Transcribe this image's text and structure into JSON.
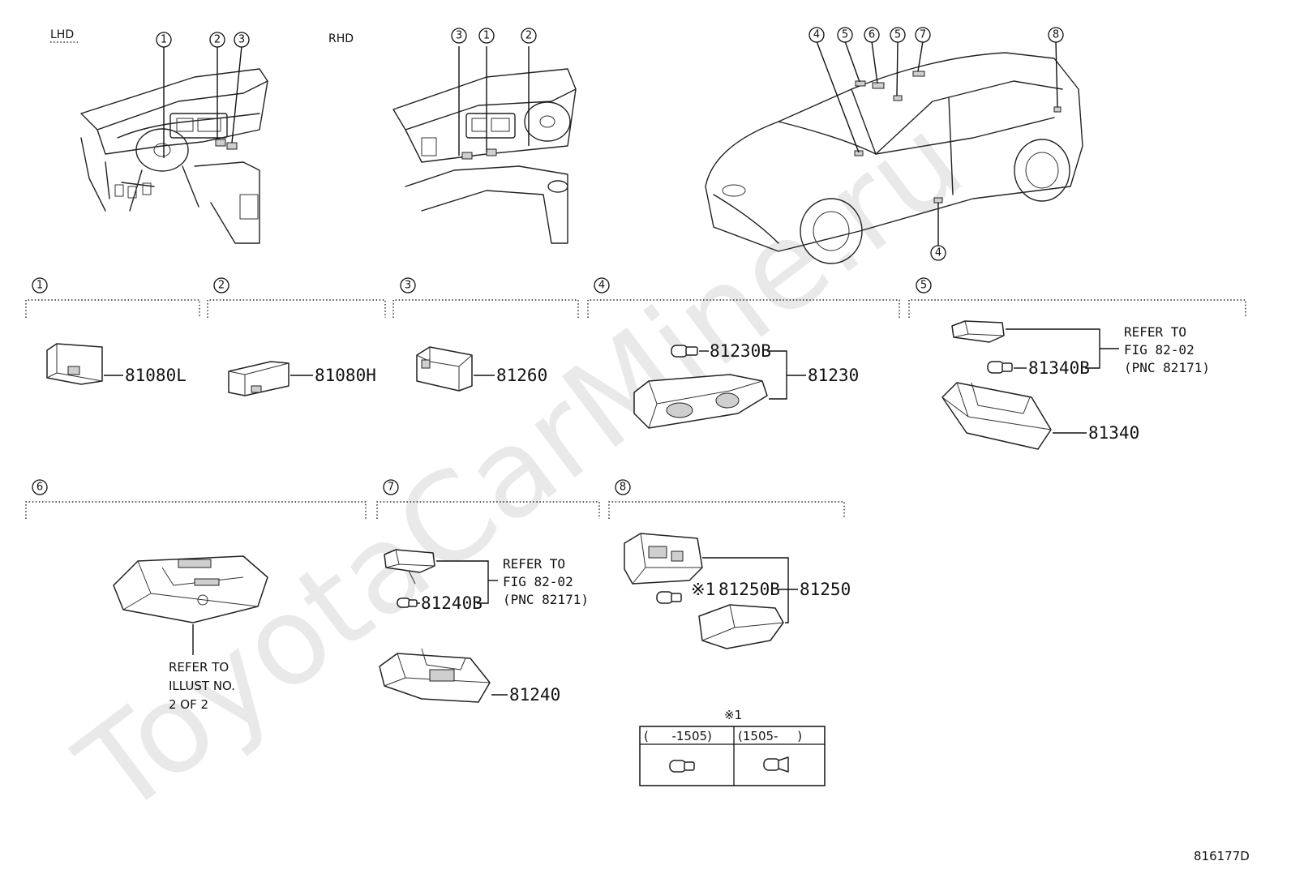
{
  "watermark": "ToyotaCarMine.ru",
  "views": {
    "lhd_label": "LHD",
    "rhd_label": "RHD"
  },
  "callouts": {
    "lhd": [
      "1",
      "2",
      "3"
    ],
    "rhd": [
      "3",
      "1",
      "2"
    ],
    "car_top": [
      "4",
      "5",
      "6",
      "5",
      "7",
      "8"
    ],
    "car_bottom": "4"
  },
  "sections": [
    {
      "num": "1",
      "parts": [
        "81080L"
      ]
    },
    {
      "num": "2",
      "parts": [
        "81080H"
      ]
    },
    {
      "num": "3",
      "parts": [
        "81260"
      ]
    },
    {
      "num": "4",
      "parts": [
        "81230B",
        "81230"
      ]
    },
    {
      "num": "5",
      "parts": [
        "81340B",
        "81340"
      ],
      "note": [
        "REFER TO",
        "FIG 82-02",
        "(PNC 82171)"
      ]
    },
    {
      "num": "6",
      "note": [
        "REFER TO",
        "ILLUST NO.",
        "2 OF 2"
      ]
    },
    {
      "num": "7",
      "parts": [
        "81240B",
        "81240"
      ],
      "note": [
        "REFER TO",
        "FIG 82-02",
        "(PNC 82171)"
      ]
    },
    {
      "num": "8",
      "parts": [
        "81250B",
        "81250"
      ],
      "mark": "※1"
    }
  ],
  "table": {
    "mark": "※1",
    "col1": "(      -1505)",
    "col2": "(1505-     )"
  },
  "drawing_code": "816177D"
}
